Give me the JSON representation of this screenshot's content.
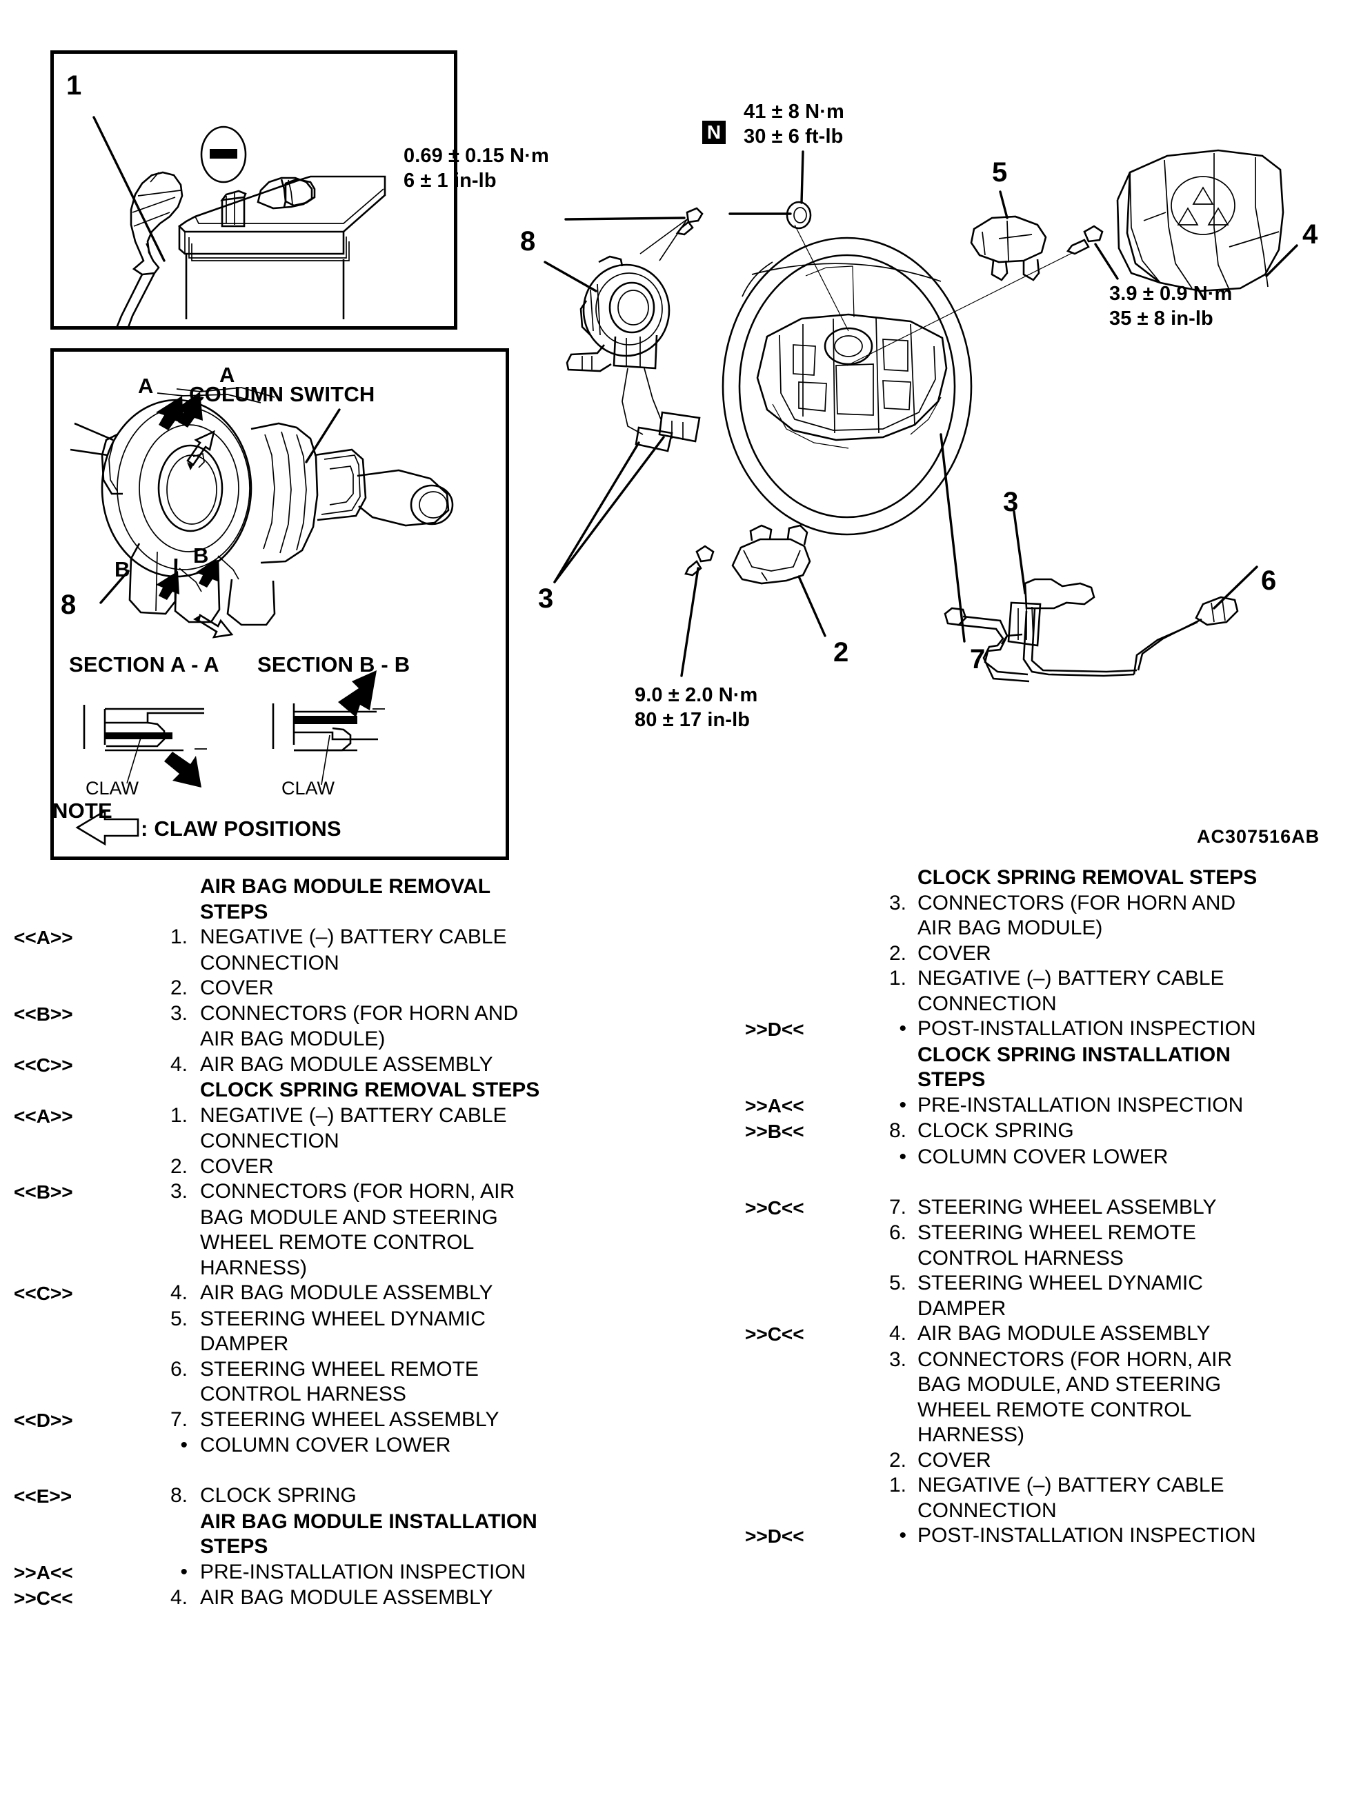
{
  "figure": {
    "code": "AC307516AB"
  },
  "insets": {
    "battery": {
      "callout_1": "1",
      "terminal_symbol": "−"
    },
    "clock_spring": {
      "callout_8": "8",
      "column_switch_label": "COLUMN SWITCH",
      "section_marks": [
        "A",
        "A",
        "B",
        "B"
      ],
      "section_a_title": "SECTION A - A",
      "section_b_title": "SECTION B - B",
      "claw_label_a": "CLAW",
      "claw_label_b": "CLAW",
      "note_title": "NOTE",
      "note_text": ": CLAW POSITIONS"
    }
  },
  "diagram": {
    "torque_specs": [
      {
        "id": "clock-spring-screw",
        "metric": "0.69 ± 0.15 N·m",
        "imperial": "6 ± 1 in-lb"
      },
      {
        "id": "steering-wheel-nut",
        "metric": "41 ± 8 N·m",
        "imperial": "30 ± 6 ft-lb"
      },
      {
        "id": "air-bag-module-screw",
        "metric": "3.9 ± 0.9 N·m",
        "imperial": "35 ± 8 in-lb"
      },
      {
        "id": "dynamic-damper-bolt",
        "metric": "9.0 ± 2.0 N·m",
        "imperial": "80 ± 17 in-lb"
      }
    ],
    "nut_marker": "N",
    "callouts": [
      "8",
      "5",
      "4",
      "3",
      "6",
      "3",
      "2",
      "7"
    ]
  },
  "left_column": {
    "rows": [
      {
        "marker": "",
        "num": "",
        "text": "AIR BAG MODULE REMOVAL",
        "heading": true
      },
      {
        "marker": "",
        "num": "",
        "text": "STEPS",
        "heading": true
      },
      {
        "marker": "<<A>>",
        "num": "1.",
        "text": "NEGATIVE (–) BATTERY CABLE",
        "heading": false
      },
      {
        "marker": "",
        "num": "",
        "text": "CONNECTION",
        "heading": false
      },
      {
        "marker": "",
        "num": "2.",
        "text": "COVER",
        "heading": false
      },
      {
        "marker": "<<B>>",
        "num": "3.",
        "text": "CONNECTORS (FOR HORN AND",
        "heading": false
      },
      {
        "marker": "",
        "num": "",
        "text": "AIR BAG MODULE)",
        "heading": false
      },
      {
        "marker": "<<C>>",
        "num": "4.",
        "text": "AIR BAG MODULE ASSEMBLY",
        "heading": false
      },
      {
        "marker": "",
        "num": "",
        "text": "CLOCK SPRING REMOVAL STEPS",
        "heading": true
      },
      {
        "marker": "<<A>>",
        "num": "1.",
        "text": "NEGATIVE (–) BATTERY CABLE",
        "heading": false
      },
      {
        "marker": "",
        "num": "",
        "text": "CONNECTION",
        "heading": false
      },
      {
        "marker": "",
        "num": "2.",
        "text": "COVER",
        "heading": false
      },
      {
        "marker": "<<B>>",
        "num": "3.",
        "text": "CONNECTORS (FOR HORN, AIR",
        "heading": false
      },
      {
        "marker": "",
        "num": "",
        "text": "BAG MODULE AND STEERING",
        "heading": false
      },
      {
        "marker": "",
        "num": "",
        "text": "WHEEL REMOTE CONTROL",
        "heading": false
      },
      {
        "marker": "",
        "num": "",
        "text": "HARNESS)",
        "heading": false
      },
      {
        "marker": "<<C>>",
        "num": "4.",
        "text": "AIR BAG MODULE ASSEMBLY",
        "heading": false
      },
      {
        "marker": "",
        "num": "5.",
        "text": "STEERING WHEEL DYNAMIC",
        "heading": false
      },
      {
        "marker": "",
        "num": "",
        "text": "DAMPER",
        "heading": false
      },
      {
        "marker": "",
        "num": "6.",
        "text": "STEERING WHEEL REMOTE",
        "heading": false
      },
      {
        "marker": "",
        "num": "",
        "text": "CONTROL HARNESS",
        "heading": false
      },
      {
        "marker": "<<D>>",
        "num": "7.",
        "text": "STEERING WHEEL ASSEMBLY",
        "heading": false
      },
      {
        "marker": "",
        "num": "•",
        "text": "COLUMN COVER LOWER",
        "heading": false
      },
      {
        "marker": "",
        "num": "",
        "text": "",
        "heading": false
      },
      {
        "marker": "<<E>>",
        "num": "8.",
        "text": "CLOCK SPRING",
        "heading": false
      },
      {
        "marker": "",
        "num": "",
        "text": "AIR BAG MODULE INSTALLATION",
        "heading": true
      },
      {
        "marker": "",
        "num": "",
        "text": "STEPS",
        "heading": true
      },
      {
        "marker": ">>A<<",
        "num": "•",
        "text": "PRE-INSTALLATION INSPECTION",
        "heading": false
      },
      {
        "marker": ">>C<<",
        "num": "4.",
        "text": "AIR BAG MODULE ASSEMBLY",
        "heading": false
      }
    ]
  },
  "right_column": {
    "rows": [
      {
        "marker": "",
        "num": "",
        "text": "CLOCK SPRING REMOVAL STEPS",
        "heading": true
      },
      {
        "marker": "",
        "num": "3.",
        "text": "CONNECTORS (FOR HORN AND",
        "heading": false
      },
      {
        "marker": "",
        "num": "",
        "text": "AIR BAG MODULE)",
        "heading": false
      },
      {
        "marker": "",
        "num": "2.",
        "text": "COVER",
        "heading": false
      },
      {
        "marker": "",
        "num": "1.",
        "text": "NEGATIVE (–) BATTERY CABLE",
        "heading": false
      },
      {
        "marker": "",
        "num": "",
        "text": "CONNECTION",
        "heading": false
      },
      {
        "marker": ">>D<<",
        "num": "•",
        "text": "POST-INSTALLATION INSPECTION",
        "heading": false
      },
      {
        "marker": "",
        "num": "",
        "text": "CLOCK SPRING INSTALLATION",
        "heading": true
      },
      {
        "marker": "",
        "num": "",
        "text": "STEPS",
        "heading": true
      },
      {
        "marker": ">>A<<",
        "num": "•",
        "text": "PRE-INSTALLATION INSPECTION",
        "heading": false
      },
      {
        "marker": ">>B<<",
        "num": "8.",
        "text": "CLOCK SPRING",
        "heading": false
      },
      {
        "marker": "",
        "num": "•",
        "text": "COLUMN COVER LOWER",
        "heading": false
      },
      {
        "marker": "",
        "num": "",
        "text": "",
        "heading": false
      },
      {
        "marker": ">>C<<",
        "num": "7.",
        "text": "STEERING WHEEL ASSEMBLY",
        "heading": false
      },
      {
        "marker": "",
        "num": "6.",
        "text": "STEERING WHEEL REMOTE",
        "heading": false
      },
      {
        "marker": "",
        "num": "",
        "text": "CONTROL HARNESS",
        "heading": false
      },
      {
        "marker": "",
        "num": "5.",
        "text": "STEERING WHEEL DYNAMIC",
        "heading": false
      },
      {
        "marker": "",
        "num": "",
        "text": "DAMPER",
        "heading": false
      },
      {
        "marker": ">>C<<",
        "num": "4.",
        "text": "AIR BAG MODULE ASSEMBLY",
        "heading": false
      },
      {
        "marker": "",
        "num": "3.",
        "text": "CONNECTORS (FOR HORN, AIR",
        "heading": false
      },
      {
        "marker": "",
        "num": "",
        "text": "BAG MODULE, AND STEERING",
        "heading": false
      },
      {
        "marker": "",
        "num": "",
        "text": "WHEEL REMOTE CONTROL",
        "heading": false
      },
      {
        "marker": "",
        "num": "",
        "text": "HARNESS)",
        "heading": false
      },
      {
        "marker": "",
        "num": "2.",
        "text": "COVER",
        "heading": false
      },
      {
        "marker": "",
        "num": "1.",
        "text": "NEGATIVE (–) BATTERY CABLE",
        "heading": false
      },
      {
        "marker": "",
        "num": "",
        "text": "CONNECTION",
        "heading": false
      },
      {
        "marker": ">>D<<",
        "num": "•",
        "text": "POST-INSTALLATION INSPECTION",
        "heading": false
      }
    ]
  }
}
